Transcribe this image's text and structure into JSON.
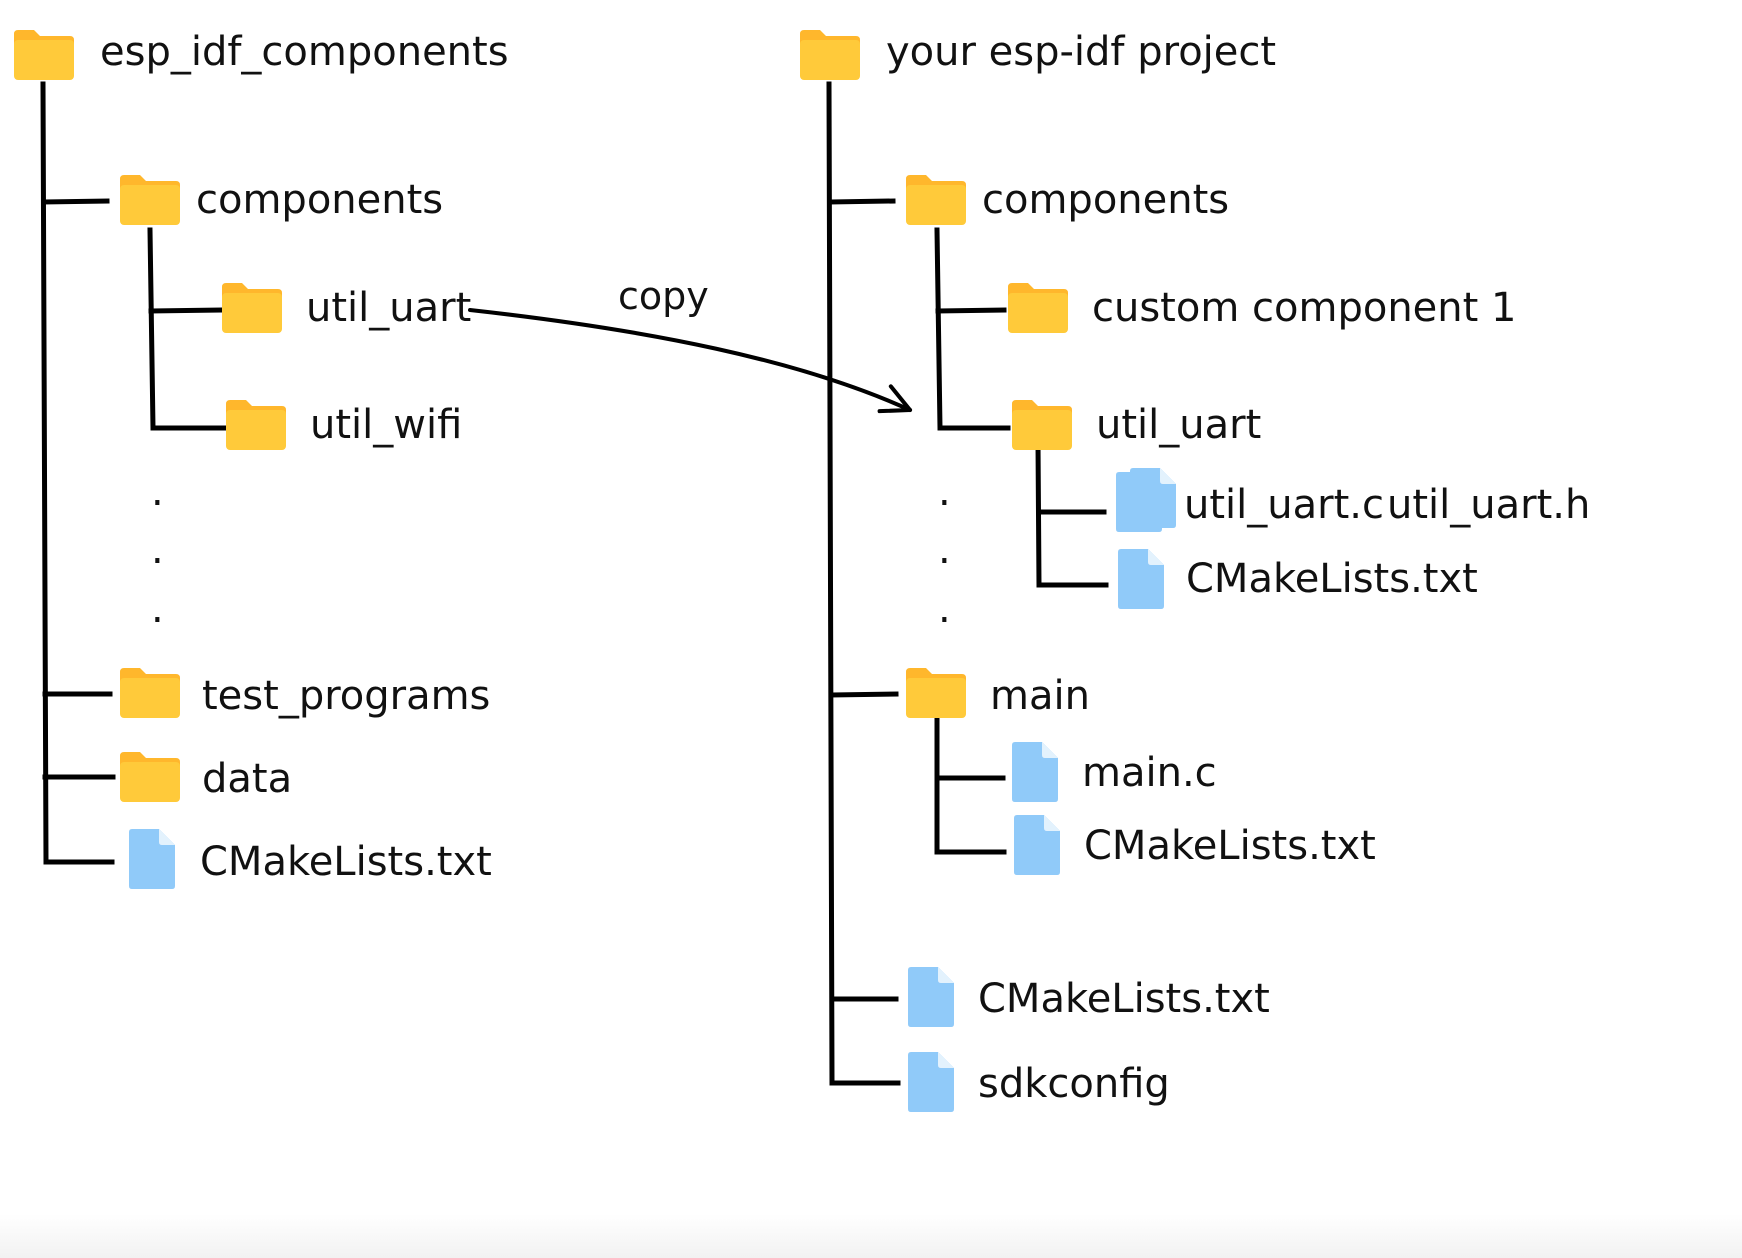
{
  "left_tree": {
    "root": "esp_idf_components",
    "components": "components",
    "util_uart": "util_uart",
    "util_wifi": "util_wifi",
    "test_programs": "test_programs",
    "data": "data",
    "cmakelists": "CMakeLists.txt"
  },
  "right_tree": {
    "root": "your esp-idf project",
    "components": "components",
    "custom_component": "custom component 1",
    "util_uart": "util_uart",
    "util_uart_c": "util_uart.c",
    "util_uart_h": "util_uart.h",
    "util_uart_cmakelists": "CMakeLists.txt",
    "main": "main",
    "main_c": "main.c",
    "main_cmakelists": "CMakeLists.txt",
    "cmakelists": "CMakeLists.txt",
    "sdkconfig": "sdkconfig"
  },
  "arrow": {
    "label": "copy"
  },
  "ellipsis": {
    "dot": "."
  },
  "colors": {
    "folder": "#FFCA3A",
    "folder_tab": "#FFB72C",
    "file": "#90CAF9",
    "file_fold": "#E3F2FD",
    "line": "#000000",
    "text": "#111111"
  }
}
